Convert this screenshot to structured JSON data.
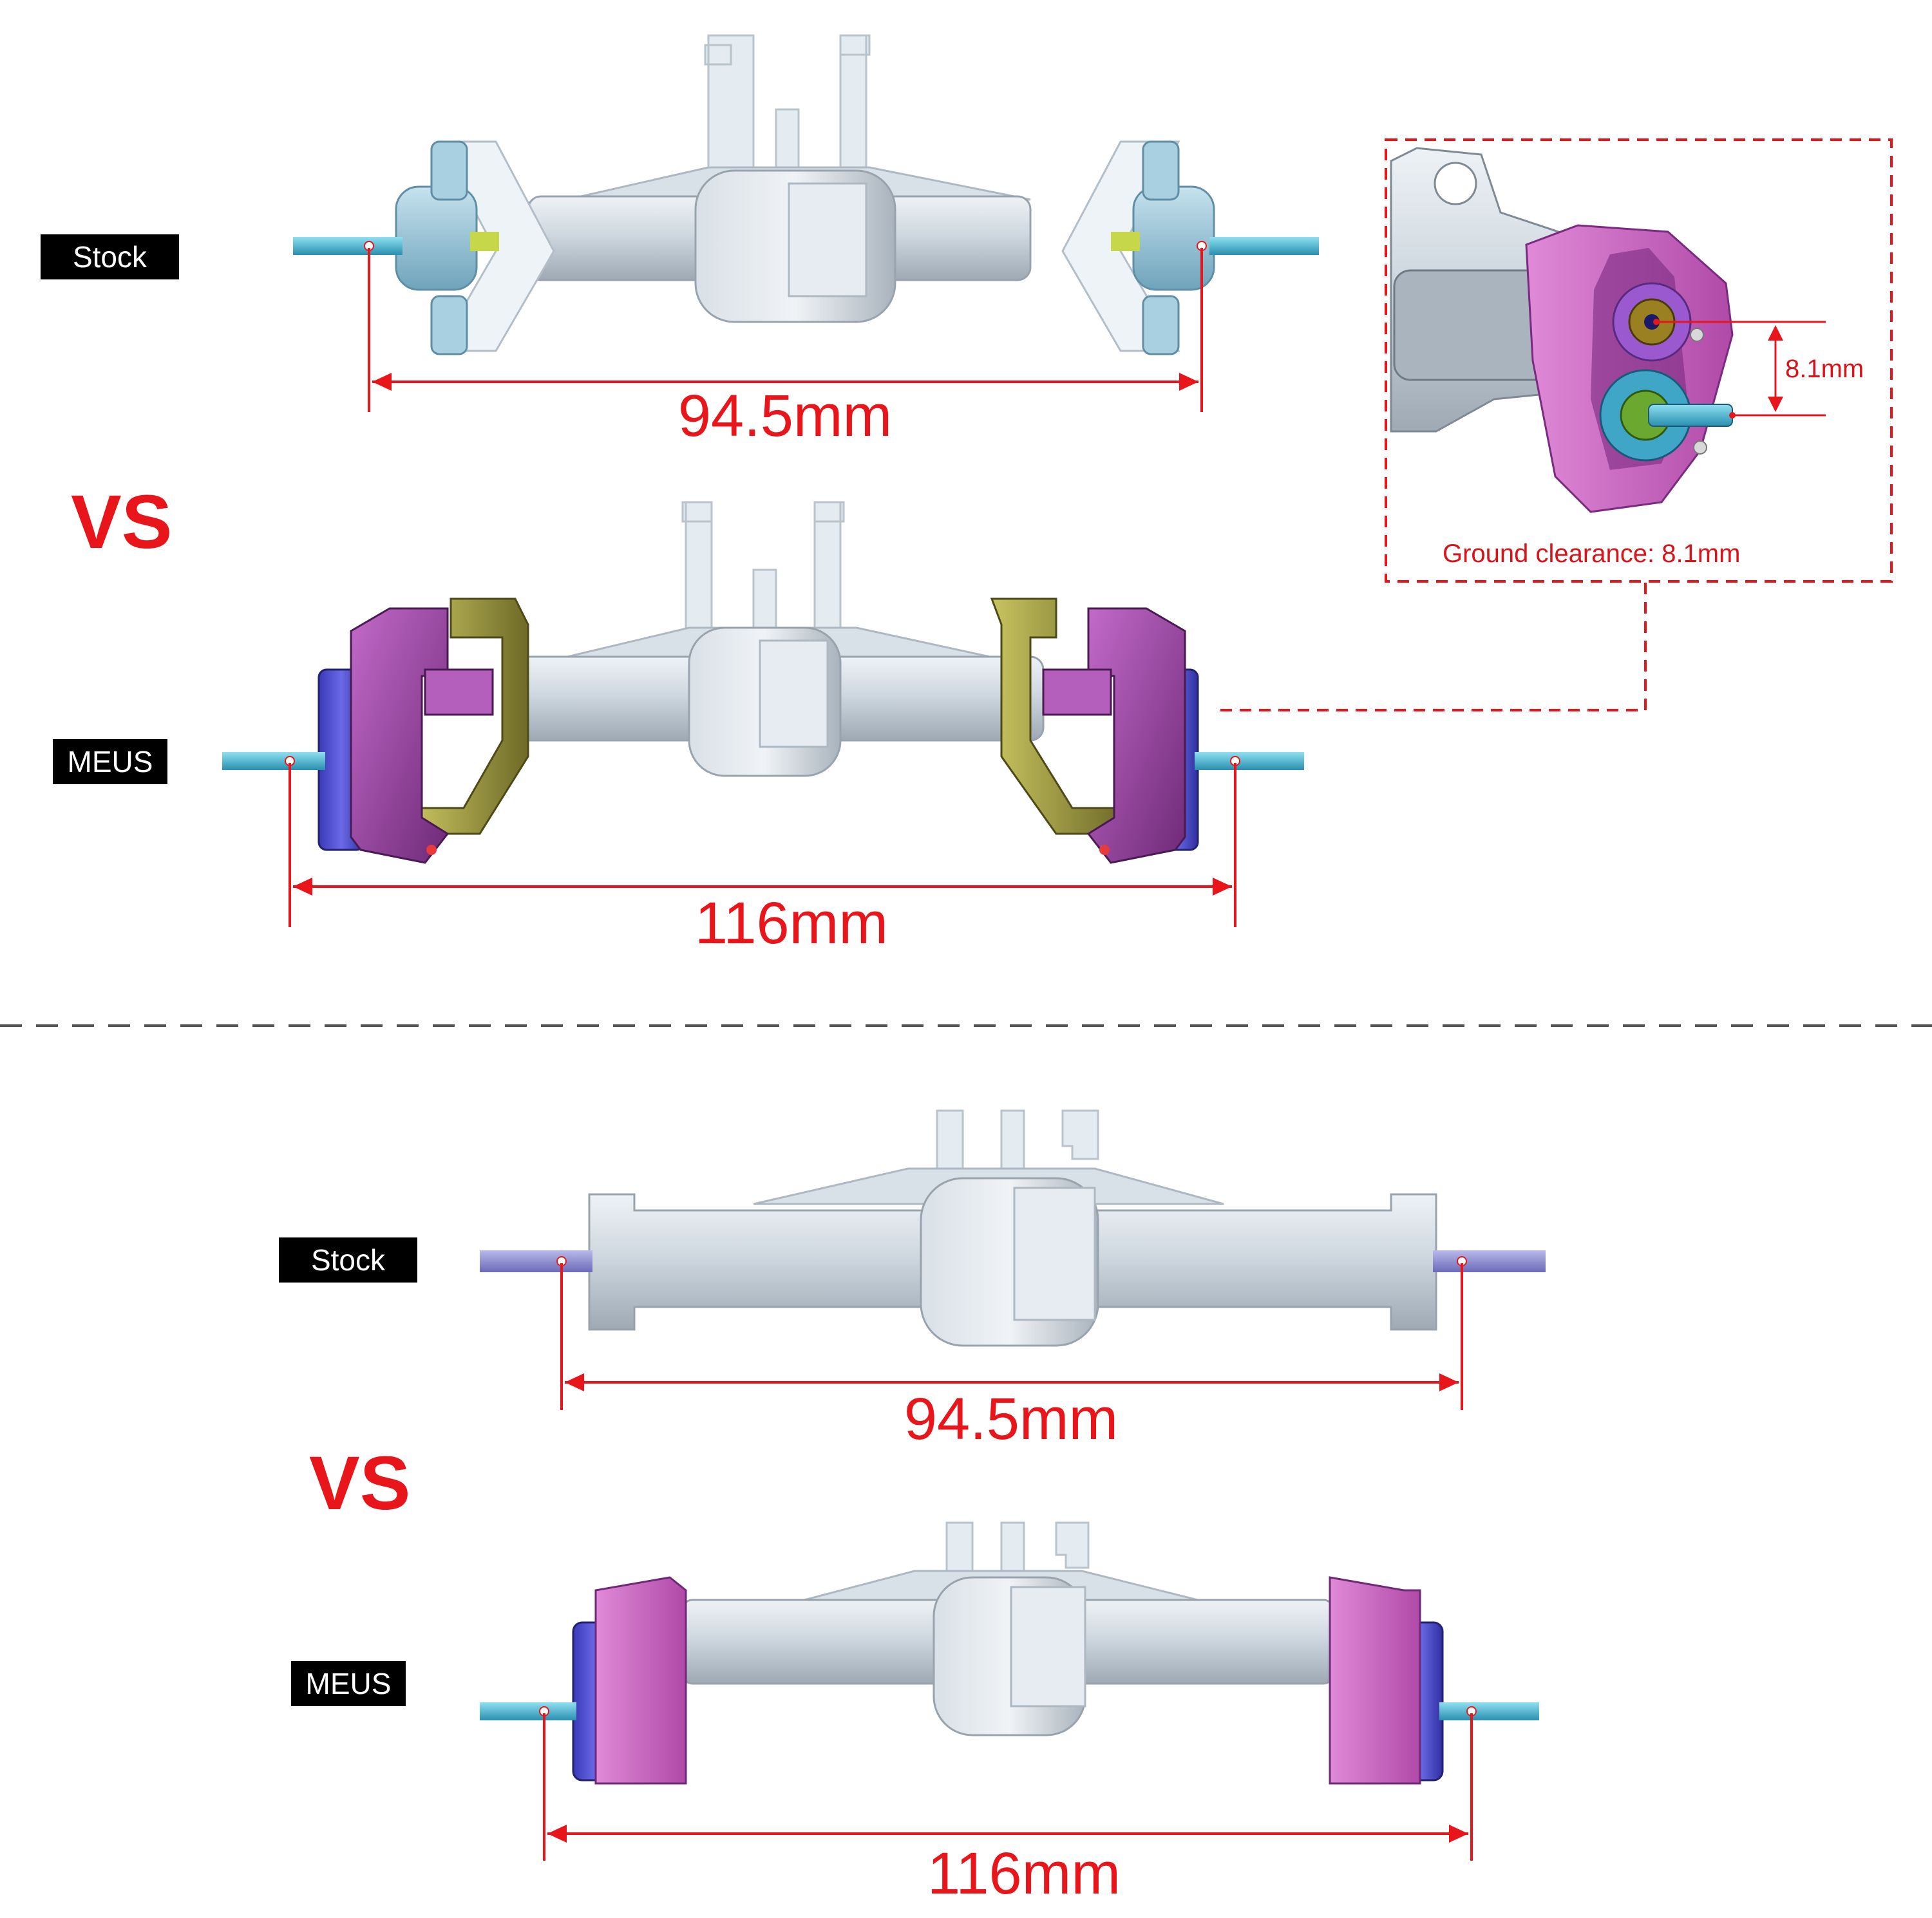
{
  "labels": {
    "stock": "Stock",
    "meus": "MEUS",
    "vs": "VS"
  },
  "front": {
    "stock_width": "94.5mm",
    "meus_width": "116mm"
  },
  "rear": {
    "stock_width": "94.5mm",
    "meus_width": "116mm"
  },
  "inset": {
    "gear_offset": "8.1mm",
    "caption": "Ground clearance: 8.1mm"
  },
  "colors": {
    "dimension_red": "#e8151b",
    "housing_silver": "#c9d3dc",
    "stock_knuckle_blue": "#8fbcd0",
    "meus_purple": "#a14aa8",
    "meus_blue": "#4a4ad0",
    "meus_olive": "#9e9a3c",
    "shaft_cyan": "#4ab8d4"
  }
}
